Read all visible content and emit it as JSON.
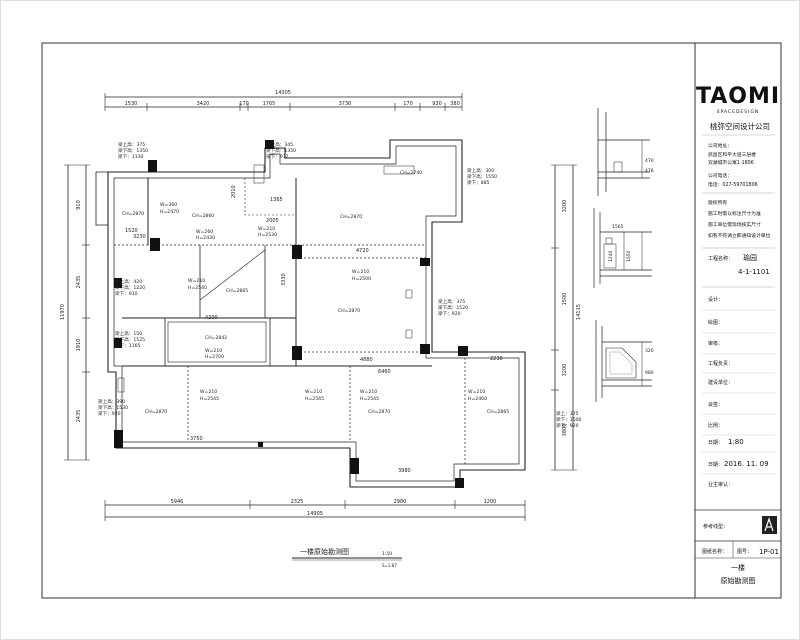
{
  "drawing": {
    "title": "一楼原始勘测图",
    "scale": "1:50",
    "scale_sub": "S=1:87"
  },
  "dimensions": {
    "top_overall": "14305",
    "top_segments": [
      "1530",
      "3420",
      "170",
      "1765",
      "3730",
      "170",
      "930",
      "380"
    ],
    "bottom_segments": [
      "5946",
      "2325",
      "2980",
      "1200"
    ],
    "bottom_overall": "14905",
    "left_segments": [
      "910",
      "2435",
      "1910",
      "2435"
    ],
    "left_overall": "11970",
    "right_segments": [
      "3200",
      "1500",
      "3200",
      "3800"
    ],
    "right_overall": "14115"
  },
  "room_labels": {
    "r1_ch": "CH=2870",
    "r1_w": "W=360",
    "r1_h": "H=2470",
    "r2_ch": "CH=2860",
    "r2_w": "W=260",
    "r2_h": "H=2430",
    "r3_ch": "CH=2870",
    "r3_w": "W=210",
    "r3_h": "H=2530",
    "r4_ch": "CH=2740",
    "r5_ch": "CH=2865",
    "r5_w": "W=210",
    "r5_h": "H=2540",
    "r6_ch": "CH=2842",
    "r6_w": "W=210",
    "r6_h": "H=2700",
    "r7_w": "W=210",
    "r7_h": "H=2500",
    "r8_ch": "CH=2870",
    "r8_w": "W=210",
    "r8_h": "H=2545",
    "r9_w": "W=210",
    "r9_h": "H=2545",
    "r10_ch": "CH=2870",
    "r10_w": "W=210",
    "r10_h": "H=2545",
    "r11_ch": "CH=2865",
    "r11_w": "W=210",
    "r11_h": "H=2460",
    "beam1": "梁上高：375",
    "beam1a": "梁下高：1350",
    "beam1b": "梁下：1130",
    "beam2": "梁上高：345",
    "beam2a": "梁下高：1350",
    "beam2b": "梁下：972",
    "beam3": "梁上高：300",
    "beam3a": "梁下高：1550",
    "beam3b": "梁下：885",
    "beam4": "梁上高：420",
    "beam4a": "梁下高：1220",
    "beam4b": "梁下：910",
    "beam5": "梁上高：375",
    "beam5a": "梁下高：1520",
    "beam5b": "梁下：920",
    "beam6": "梁上高：150",
    "beam6a": "梁下高：1525",
    "beam6b": "梁下：1165",
    "beam7": "梁上高：390",
    "beam7a": "梁下高：1530",
    "beam7b": "梁下：920",
    "beam8": "梁上：375",
    "beam8a": "梁下：1500",
    "beam8b": "梁下：920",
    "inner_dims": [
      "3230",
      "3330",
      "1520",
      "4720",
      "4300",
      "4880",
      "6460",
      "2230",
      "3750",
      "3980",
      "2010",
      "2005",
      "1365"
    ]
  },
  "details": {
    "detail1_dims": [
      "470",
      "478"
    ],
    "detail2_dims": [
      "1565",
      "1240",
      "1550"
    ],
    "detail3_dims": [
      "320",
      "980"
    ]
  },
  "title_block": {
    "logo": "TAOMI",
    "logo_sub": "SPACEDESIGN",
    "company": "桃弥空间设计公司",
    "address_label": "公司地址：",
    "address_line1": "武昌区和平大道三层楼",
    "address_line2": "双湖城市公寓1-1806",
    "phone_label": "公司电话：",
    "phone": "电话：027-59701806",
    "copyright_lines": [
      "版权所有",
      "施工时需以标注尺寸为准",
      "施工单位需现场核实尺寸",
      "如有不符请立即通知设计单位"
    ],
    "project_label": "工程名称：",
    "project_name": "瑜园",
    "project_no": "4-1-1101",
    "rows": [
      "设计：",
      "绘图：",
      "审核：",
      "工程负责：",
      "建设单位：",
      "会签：",
      "比例："
    ],
    "ratio": "1:80",
    "date_label": "日期：",
    "date": "2016. 11. 09",
    "owner_label": "业主审认：",
    "ref_label": "参考线型：",
    "drawing_name_label": "图纸名称：",
    "drawing_no_label": "图号：",
    "drawing_no": "1P-01",
    "drawing_name_1": "一楼",
    "drawing_name_2": "原始勘测图"
  }
}
